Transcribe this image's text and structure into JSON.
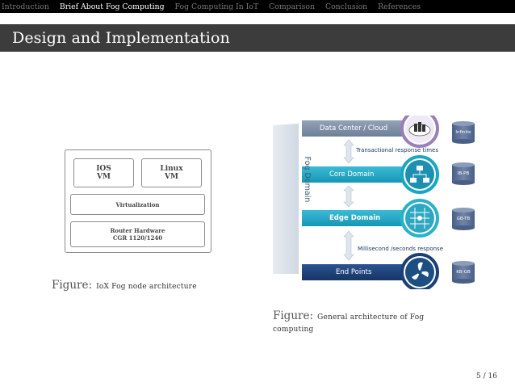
{
  "nav": {
    "items": [
      {
        "label": "Introduction",
        "active": false
      },
      {
        "label": "Brief About Fog Computing",
        "active": true
      },
      {
        "label": "Fog Computing In IoT",
        "active": false
      },
      {
        "label": "Comparison",
        "active": false
      },
      {
        "label": "Conclusion",
        "active": false
      },
      {
        "label": "References",
        "active": false
      }
    ]
  },
  "frame": {
    "title": "Design and Implementation"
  },
  "figure_left": {
    "boxes": {
      "ios_vm": "IOS VM",
      "linux_vm": "Linux VM",
      "virtualization": "Virtualization",
      "router_hardware": "Router Hardware",
      "router_model": "CGR 1120/1240"
    },
    "caption_label": "Figure:",
    "caption_text": "IoX Fog node architecture"
  },
  "figure_right": {
    "side_label": "Fog Domain",
    "layers": {
      "data_center": "Data Center / Cloud",
      "core": "Core Domain",
      "edge": "Edge Domain",
      "end_points": "End Points"
    },
    "responses": {
      "transactional": "Transactional response times",
      "millisecond": "Millisecond /seconds response"
    },
    "capacities": {
      "infinite": "Infinite",
      "ib_pb": "IB-PB",
      "gb_tb": "GB-TB",
      "kb_gb": "KB-GB"
    },
    "caption_label": "Figure:",
    "caption_text_line1": "General architecture of Fog",
    "caption_text_line2": "computing"
  },
  "colors": {
    "nav_bg": "#000000",
    "nav_active": "#ffffff",
    "nav_inactive": "#7a7a7a",
    "title_bg": "#3c3c3c",
    "layer_gray": "#7d8fa6",
    "layer_teal": "#1aa7c4",
    "layer_blue": "#1c3f78",
    "cylinder_blue": "#5a6f94"
  },
  "footer": {
    "page": "5 / 16"
  }
}
